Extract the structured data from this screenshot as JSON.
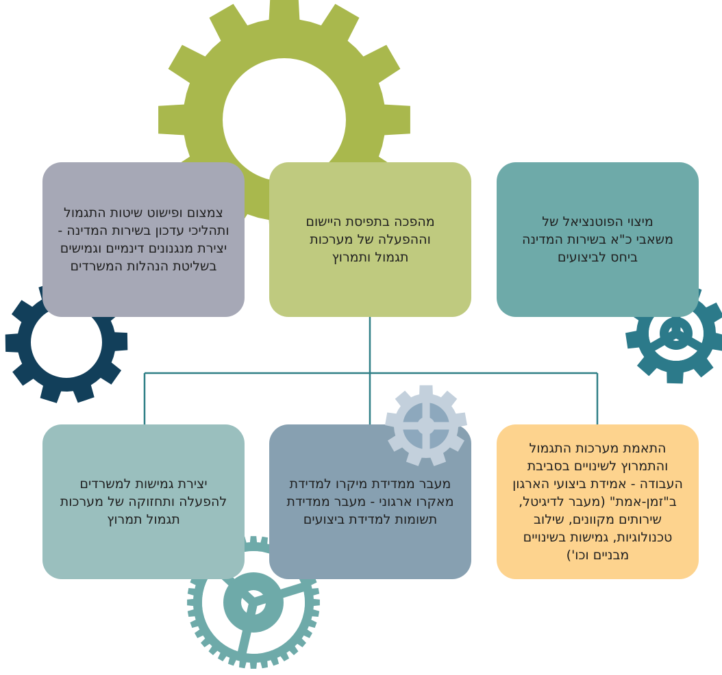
{
  "colors": {
    "connector": "#2f7f86",
    "gear_olive": "#a9b84d",
    "gear_navy": "#123f5a",
    "gear_teal": "#2c7a8a",
    "gear_light": "#c3d0dc",
    "gear_light_inner": "#8da8bd",
    "gear_sea": "#6eaaa9"
  },
  "icons": [
    "large-olive-gear-icon",
    "navy-gear-icon",
    "teal-wheel-gear-icon",
    "light-gray-wheel-gear-icon",
    "sea-green-wheel-gear-icon"
  ],
  "boxes": {
    "top_left": "צמצום ופישוט שיטות התגמול\nותהליכי עדכון בשירות המדינה -\nיצירת מנגנונים דינמיים וגמישים\nבשליטת הנהלות המשרדים",
    "top_center": "מהפכה בתפיסת היישום\nוההפעלה של מערכות\nתגמול ותמרוץ",
    "top_right": "מיצוי הפוטנציאל של\nמשאבי כ\"א בשירות המדינה\nביחס לביצועים",
    "bottom_left": "יצירת גמישות למשרדים\nלהפעלה ותחזוקה של מערכות\nתגמול תמרוץ",
    "bottom_center": "מעבר ממדידת מיקרו למדידת\nמאקרו ארגוני - מעבר ממדידת\nתשומות למדידת ביצועים",
    "bottom_right": "התאמת מערכות התגמול\nוהתמרוץ לשינויים בסביבת\nהעבודה - אמידת ביצועי הארגון\nב\"זמן-אמת\" (מעבר לדיגיטל,\nשירותים מקוונים, שילוב\nטכנולוגיות, גמישות בשינויים\nמבניים וכו')"
  }
}
